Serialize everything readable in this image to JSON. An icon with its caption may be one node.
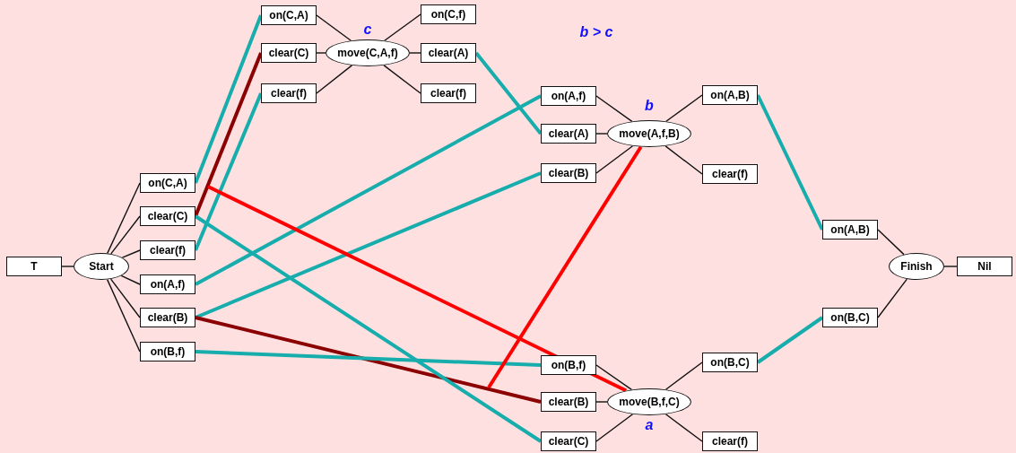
{
  "diagram": {
    "nodes": [
      {
        "text": [
          "T"
        ]
      },
      {
        "text": [
          "Start"
        ]
      },
      {
        "text": [
          "on(C,A)"
        ]
      },
      {
        "text": [
          "clear(C)"
        ]
      },
      {
        "text": [
          "clear(f)"
        ]
      },
      {
        "text": [
          "on(A,f)"
        ]
      },
      {
        "text": [
          "clear(B)"
        ]
      },
      {
        "text": [
          "on(B,f)"
        ]
      },
      {
        "text": [
          "on(C,A)"
        ]
      },
      {
        "text": [
          "clear(C)"
        ]
      },
      {
        "text": [
          "clear(f)"
        ]
      },
      {
        "text": [
          "move(C,A,f)"
        ],
        "beside": [
          "c"
        ]
      },
      {
        "text": [
          "on(C,f)"
        ]
      },
      {
        "text": [
          "clear(A)"
        ]
      },
      {
        "text": [
          "clear(f)"
        ]
      },
      {
        "text": [
          "on(A,f)"
        ]
      },
      {
        "text": [
          "clear(A)"
        ]
      },
      {
        "text": [
          "clear(B)"
        ]
      },
      {
        "text": [
          "move(A,f,B)"
        ],
        "beside": [
          "b"
        ]
      },
      {
        "text": [
          "on(A,B)"
        ]
      },
      {
        "text": [
          "clear(f)"
        ]
      },
      {
        "text": [
          "on(B,f)"
        ]
      },
      {
        "text": [
          "clear(B)"
        ]
      },
      {
        "text": [
          "clear(C)"
        ]
      },
      {
        "text": [
          "move(B,f,C)"
        ],
        "beside": [
          "a"
        ]
      },
      {
        "text": [
          "on(B,C)"
        ]
      },
      {
        "text": [
          "clear(f)"
        ]
      },
      {
        "text": [
          "on(A,B)"
        ]
      },
      {
        "text": [
          "on(B,C)"
        ]
      },
      {
        "text": [
          "Finish"
        ]
      },
      {
        "text": [
          "Nil"
        ]
      }
    ],
    "edges": [
      {
        "from": 0,
        "to": 1,
        "arrow": "none"
      },
      {
        "from": 1,
        "to": 2,
        "arrow": "none"
      },
      {
        "from": 1,
        "to": 3,
        "arrow": "none"
      },
      {
        "from": 1,
        "to": 4,
        "arrow": "none"
      },
      {
        "from": 1,
        "to": 5,
        "arrow": "none"
      },
      {
        "from": 1,
        "to": 6,
        "arrow": "none"
      },
      {
        "from": 1,
        "to": 7,
        "arrow": "none"
      },
      {
        "from": 8,
        "to": 11,
        "arrow": "none"
      },
      {
        "from": 9,
        "to": 11,
        "arrow": "none"
      },
      {
        "from": 10,
        "to": 11,
        "arrow": "none"
      },
      {
        "from": 11,
        "to": 12,
        "arrow": "none"
      },
      {
        "from": 11,
        "to": 13,
        "arrow": "none"
      },
      {
        "from": 11,
        "to": 14,
        "arrow": "none"
      },
      {
        "from": 15,
        "to": 18,
        "arrow": "none"
      },
      {
        "from": 16,
        "to": 18,
        "arrow": "none"
      },
      {
        "from": 17,
        "to": 18,
        "arrow": "none"
      },
      {
        "from": 18,
        "to": 19,
        "arrow": "none"
      },
      {
        "from": 18,
        "to": 20,
        "arrow": "none"
      },
      {
        "from": 21,
        "to": 24,
        "arrow": "none"
      },
      {
        "from": 22,
        "to": 24,
        "arrow": "none"
      },
      {
        "from": 23,
        "to": 24,
        "arrow": "none"
      },
      {
        "from": 24,
        "to": 25,
        "arrow": "none"
      },
      {
        "from": 24,
        "to": 26,
        "arrow": "none"
      },
      {
        "from": 27,
        "to": 29,
        "arrow": "none"
      },
      {
        "from": 28,
        "to": 29,
        "arrow": "none"
      },
      {
        "from": 29,
        "to": 30,
        "arrow": "none"
      },
      {
        "from": 2,
        "to": 8,
        "arrow": "none",
        "style": "thick",
        "color": "#17adad"
      },
      {
        "from": 3,
        "to": 9,
        "arrow": "none",
        "style": "thick",
        "color": "#8b0000"
      },
      {
        "from": 4,
        "to": 10,
        "arrow": "none",
        "style": "thick",
        "color": "#17adad"
      },
      {
        "from": 5,
        "to": 15,
        "arrow": "none",
        "style": "thick",
        "color": "#17adad"
      },
      {
        "from": 6,
        "to": 17,
        "arrow": "none",
        "style": "thick",
        "color": "#17adad"
      },
      {
        "from": 6,
        "to": 22,
        "arrow": "none",
        "style": "thick",
        "color": "#8b0000"
      },
      {
        "from": 7,
        "to": 21,
        "arrow": "none",
        "style": "thick",
        "color": "#17adad"
      },
      {
        "from": 3,
        "to": 23,
        "arrow": "none",
        "style": "thick",
        "color": "#17adad"
      },
      {
        "from": 13,
        "to": 16,
        "arrow": "none",
        "style": "thick",
        "color": "#17adad"
      },
      {
        "from": 19,
        "to": 27,
        "arrow": "none",
        "style": "thick",
        "color": "#17adad"
      },
      {
        "from": 25,
        "to": 28,
        "arrow": "none",
        "style": "thick",
        "color": "#17adad"
      },
      {
        "from": null,
        "to": 24,
        "arrow": "none",
        "style": "thick",
        "color": "#ff0000"
      },
      {
        "from": 18,
        "to": null,
        "arrow": "none",
        "style": "thick",
        "color": "#ff0000"
      }
    ],
    "labels": [
      "b > c"
    ]
  }
}
